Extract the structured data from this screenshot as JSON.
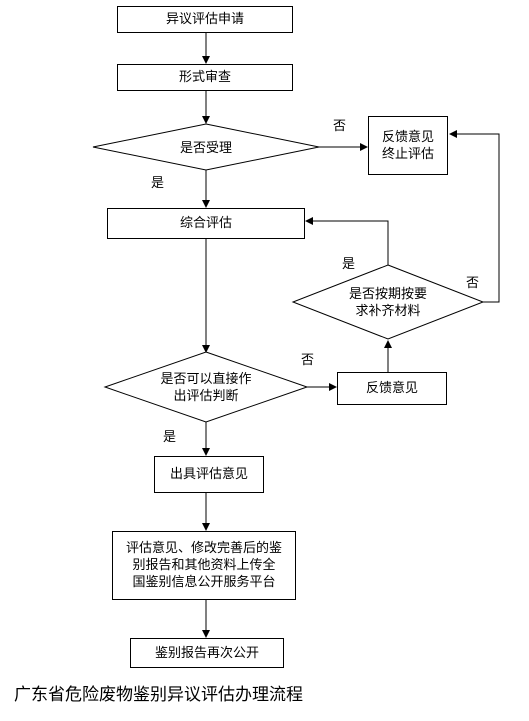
{
  "nodes": {
    "apply": "异议评估申请",
    "review": "形式审查",
    "accept_q": "是否受理",
    "feedback_end": "反馈意见\n终止评估",
    "comprehensive": "综合评估",
    "deadline_q": "是否按期按要\n求补齐材料",
    "direct_q": "是否可以直接作\n出评估判断",
    "feedback": "反馈意见",
    "issue_opinion": "出具评估意见",
    "upload": "评估意见、修改完善后的鉴\n别报告和其他资料上传全\n国鉴别信息公开服务平台",
    "republish": "鉴别报告再次公开"
  },
  "labels": {
    "no_accept": "否",
    "yes_accept": "是",
    "yes_deadline": "是",
    "no_deadline": "否",
    "no_direct": "否",
    "yes_direct": "是"
  },
  "caption": "广东省危险废物鉴别异议评估办理流程"
}
